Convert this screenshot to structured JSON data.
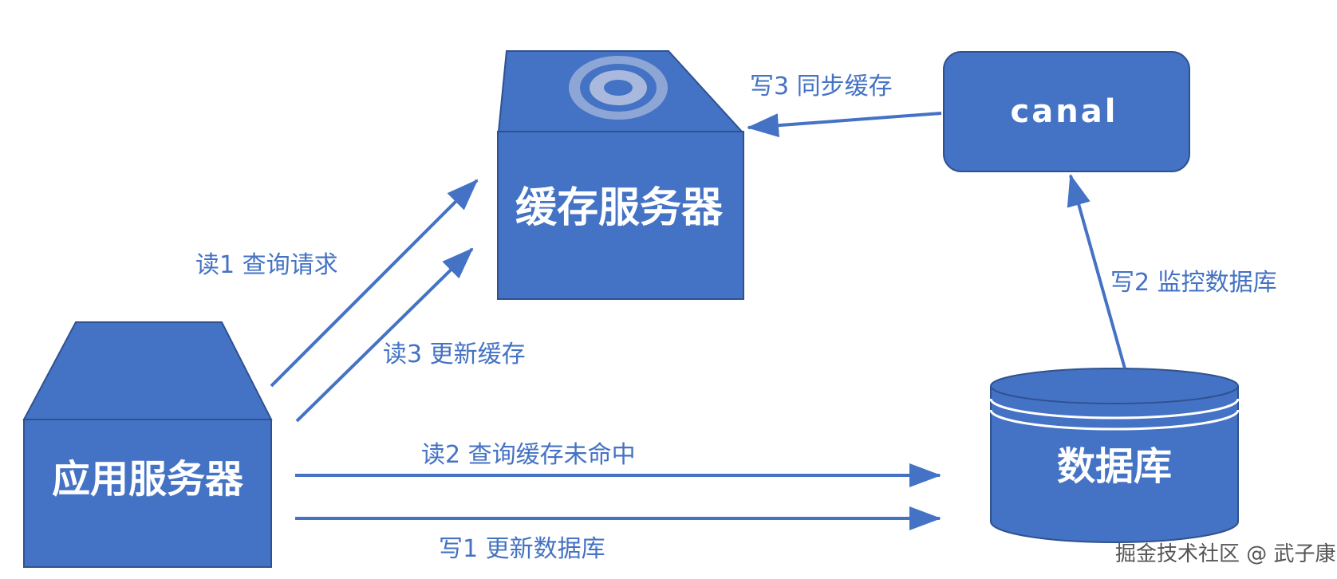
{
  "colors": {
    "node_fill": "#4472c4",
    "node_stroke": "#2f528f",
    "label_text": "#4472c4",
    "node_text": "#ffffff",
    "disc": "#a9b9dd"
  },
  "nodes": {
    "app_server": {
      "label": "应用服务器",
      "shape": "trapezoid-topped box"
    },
    "cache_server": {
      "label": "缓存服务器",
      "shape": "trapezoid-topped box with disc icon"
    },
    "canal": {
      "label": "canal",
      "shape": "rounded rectangle"
    },
    "database": {
      "label": "数据库",
      "shape": "cylinder"
    }
  },
  "edges": {
    "read1": {
      "label": "读1  查询请求",
      "from": "app_server",
      "to": "cache_server"
    },
    "read3": {
      "label": "读3  更新缓存",
      "from": "app_server",
      "to": "cache_server"
    },
    "read2": {
      "label": "读2  查询缓存未命中",
      "from": "app_server",
      "to": "database"
    },
    "write1": {
      "label": "写1    更新数据库",
      "from": "app_server",
      "to": "database"
    },
    "write2": {
      "label": "写2  监控数据库",
      "from": "database",
      "to": "canal"
    },
    "write3": {
      "label": "写3  同步缓存",
      "from": "canal",
      "to": "cache_server"
    }
  },
  "watermark": "掘金技术社区 @ 武子康"
}
